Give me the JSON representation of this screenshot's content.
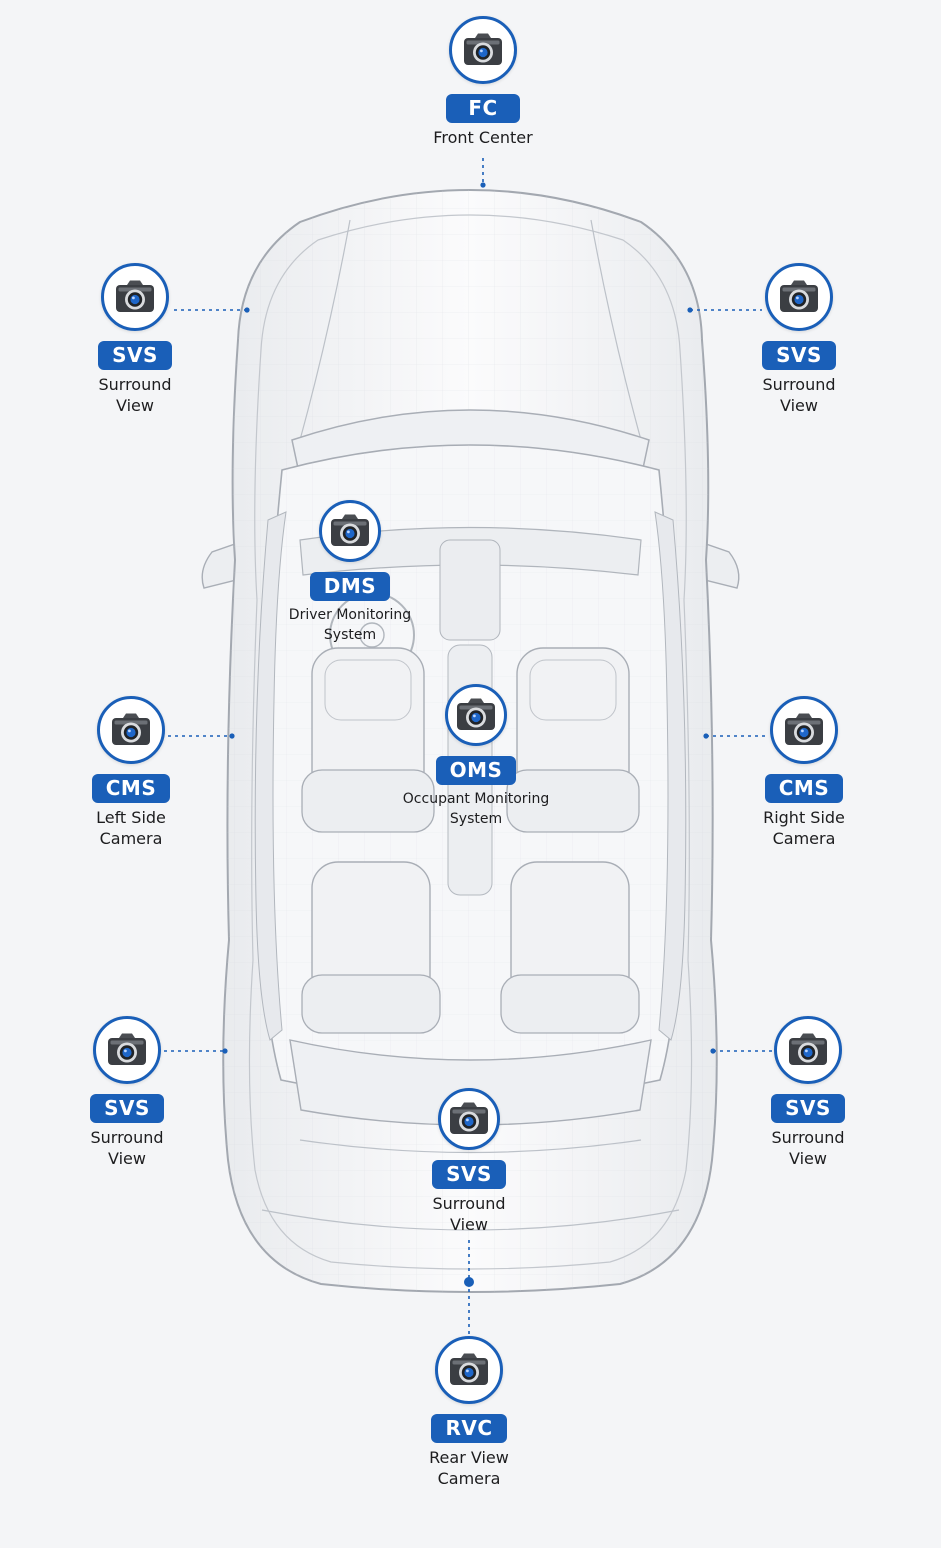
{
  "accent_color": "#1a5fb8",
  "icon": "camera-icon",
  "cameras": [
    {
      "id": "fc",
      "badge": "FC",
      "label": "Front Center"
    },
    {
      "id": "svs-front-left",
      "badge": "SVS",
      "label": "Surround\nView"
    },
    {
      "id": "svs-front-right",
      "badge": "SVS",
      "label": "Surround\nView"
    },
    {
      "id": "dms",
      "badge": "DMS",
      "label": "Driver Monitoring\nSystem"
    },
    {
      "id": "oms",
      "badge": "OMS",
      "label": "Occupant Monitoring\nSystem"
    },
    {
      "id": "cms-left",
      "badge": "CMS",
      "label": "Left Side\nCamera"
    },
    {
      "id": "cms-right",
      "badge": "CMS",
      "label": "Right Side\nCamera"
    },
    {
      "id": "svs-rear-left",
      "badge": "SVS",
      "label": "Surround\nView"
    },
    {
      "id": "svs-rear-right",
      "badge": "SVS",
      "label": "Surround\nView"
    },
    {
      "id": "svs-rear-center",
      "badge": "SVS",
      "label": "Surround\nView"
    },
    {
      "id": "rvc",
      "badge": "RVC",
      "label": "Rear View\nCamera"
    }
  ]
}
